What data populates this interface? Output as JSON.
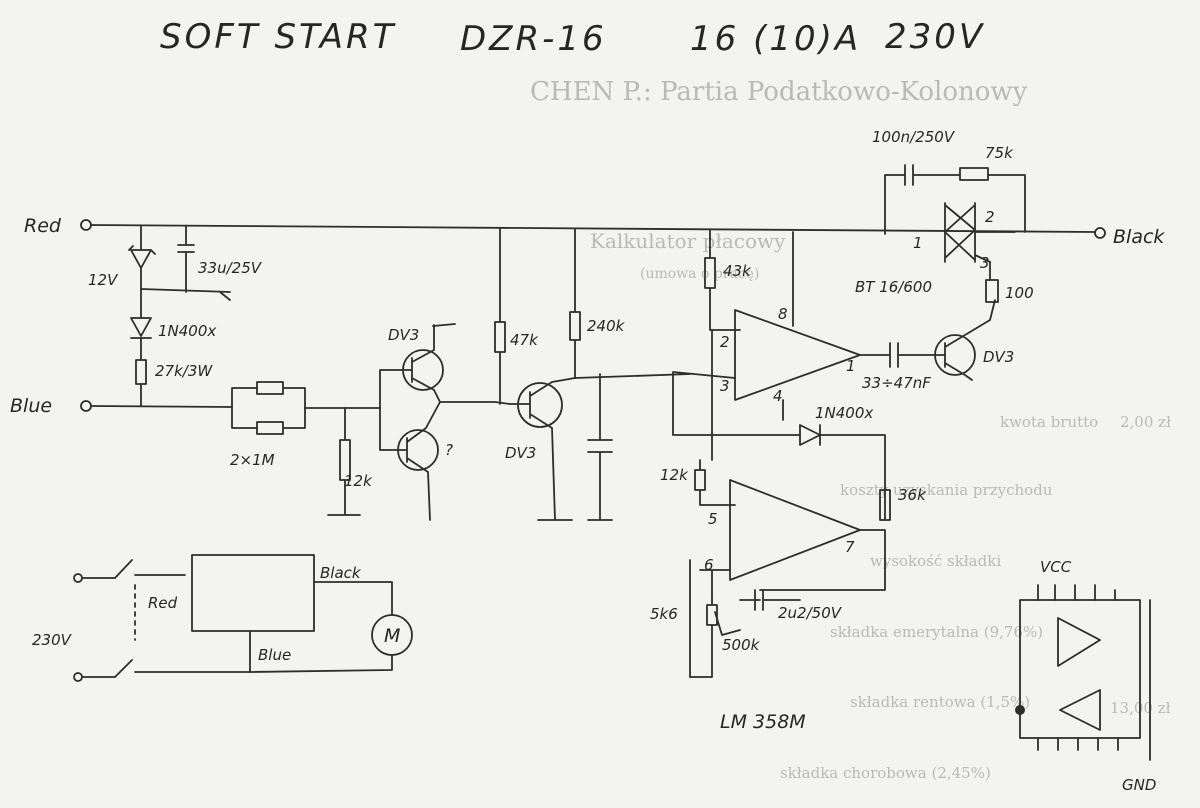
{
  "title": {
    "name": "SOFT START",
    "model": "DZR-16",
    "current": "16 (10)A",
    "voltage": "230V"
  },
  "terminals": {
    "red": "Red",
    "blue": "Blue",
    "black": "Black"
  },
  "components": {
    "zener": "12V",
    "cap_supply": "33u/25V",
    "diode_supply": "1N400x",
    "r_supply": "27k/3W",
    "r_input": "2×1M",
    "r_12k_a": "12k",
    "q_top": "DV3",
    "q_bottom_mark": "?",
    "r_47k": "47k",
    "r_240k": "240k",
    "q_mid": "DV3",
    "r_43k": "43k",
    "pin8": "8",
    "pin2": "2",
    "pin3": "3",
    "pin4": "4",
    "pin1": "1",
    "cap_couple": "33÷47nF",
    "q_out": "DV3",
    "r_100": "100",
    "triac": "BT 16/600",
    "triac_pin1": "1",
    "triac_pin2": "2",
    "triac_pin3": "3",
    "snubber_c": "100n/250V",
    "snubber_r": "75k",
    "diode_fb": "1N400x",
    "r_12k_b": "12k",
    "r_36k": "36k",
    "pin5": "5",
    "pin6": "6",
    "pin7": "7",
    "r_5k6": "5k6",
    "trim_500k": "500k",
    "cap_timing": "2u2/50V",
    "opamp_ic": "LM 358M"
  },
  "wiring": {
    "mains": "230V",
    "red": "Red",
    "blue": "Blue",
    "black": "Black",
    "motor": "M"
  },
  "pinout": {
    "vcc": "VCC",
    "gnd": "GND"
  },
  "background_form": {
    "heading": "CHEN P.: Partia Podatkowo-Kolonowy",
    "sub_heading": "Kalkulator płacowy",
    "sub_caption": "(umowa o pracę)",
    "row1": "kwota brutto",
    "row2": "koszty uzyskania przychodu",
    "row3": "wysokość składki",
    "row4": "składka emerytalna (9,76%)",
    "row5": "składka rentowa (1,5%)",
    "row6": "składka chorobowa (2,45%)",
    "right1": "2,00 zł",
    "right2": "13,00 zł"
  }
}
